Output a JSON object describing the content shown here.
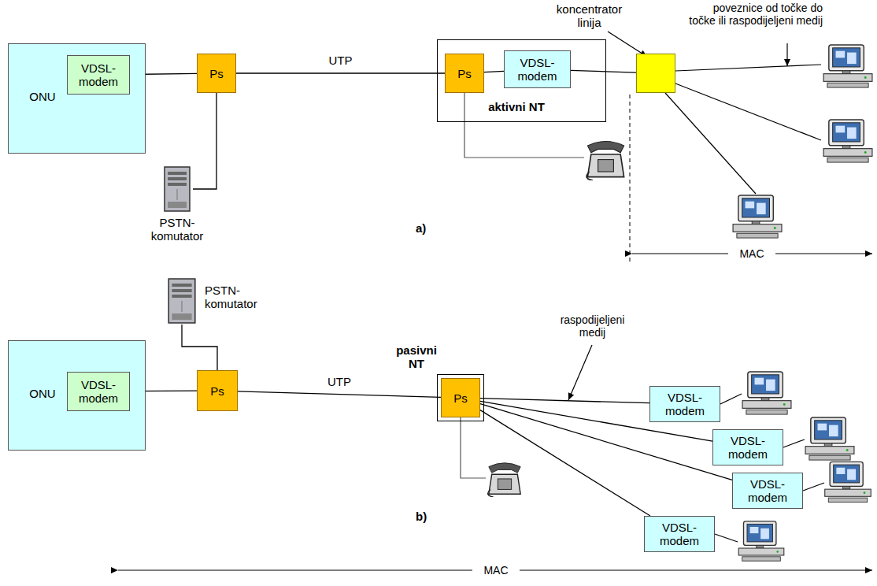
{
  "diagram": {
    "nodes": [
      {
        "text": [
          "ONU"
        ]
      },
      {
        "text": [
          "VDSL- modem"
        ],
        "in": 0
      },
      {
        "text": [
          "Ps"
        ]
      },
      {
        "text": [
          "PSTN- komutator"
        ]
      },
      {
        "text": [
          "aktivni NT"
        ]
      },
      {
        "text": [
          "Ps"
        ],
        "in": 4
      },
      {
        "text": [
          "VDSL- modem"
        ],
        "in": 4
      },
      {
        "text": [
          "koncentrator linija"
        ]
      },
      {
        "text": [
          "ONU"
        ]
      },
      {
        "text": [
          "VDSL- modem"
        ],
        "in": 8
      },
      {
        "text": [
          "Ps"
        ]
      },
      {
        "text": [
          "PSTN- komutator"
        ]
      },
      {
        "text": [
          "pasivni NT"
        ]
      },
      {
        "text": [
          "Ps"
        ],
        "in": 12
      },
      {
        "text": [
          "VDSL- modem"
        ]
      },
      {
        "text": [
          "VDSL- modem"
        ]
      },
      {
        "text": [
          "VDSL- modem"
        ]
      },
      {
        "text": [
          "VDSL- modem"
        ]
      }
    ],
    "edges": [
      {
        "from": 1,
        "to": 2,
        "arrow": "none"
      },
      {
        "from": 2,
        "to": 3,
        "arrow": "none"
      },
      {
        "from": 2,
        "to": 5,
        "label": "UTP",
        "arrow": "none"
      },
      {
        "from": 5,
        "to": 6,
        "arrow": "none"
      },
      {
        "from": 6,
        "to": 7,
        "arrow": "none"
      },
      {
        "from": 9,
        "to": 10,
        "arrow": "none"
      },
      {
        "from": 10,
        "to": 11,
        "arrow": "none"
      },
      {
        "from": 10,
        "to": 13,
        "label": "UTP",
        "arrow": "none"
      },
      {
        "from": 13,
        "to": 14,
        "arrow": "none"
      },
      {
        "from": 13,
        "to": 15,
        "arrow": "none"
      },
      {
        "from": 13,
        "to": 16,
        "arrow": "none"
      },
      {
        "from": 13,
        "to": 17,
        "arrow": "none"
      }
    ],
    "labels": [
      "poveznice od točke do točke ili raspodijeljeni medij",
      "a)",
      "MAC",
      "raspodijeljeni medij",
      "b)",
      "MAC"
    ]
  }
}
